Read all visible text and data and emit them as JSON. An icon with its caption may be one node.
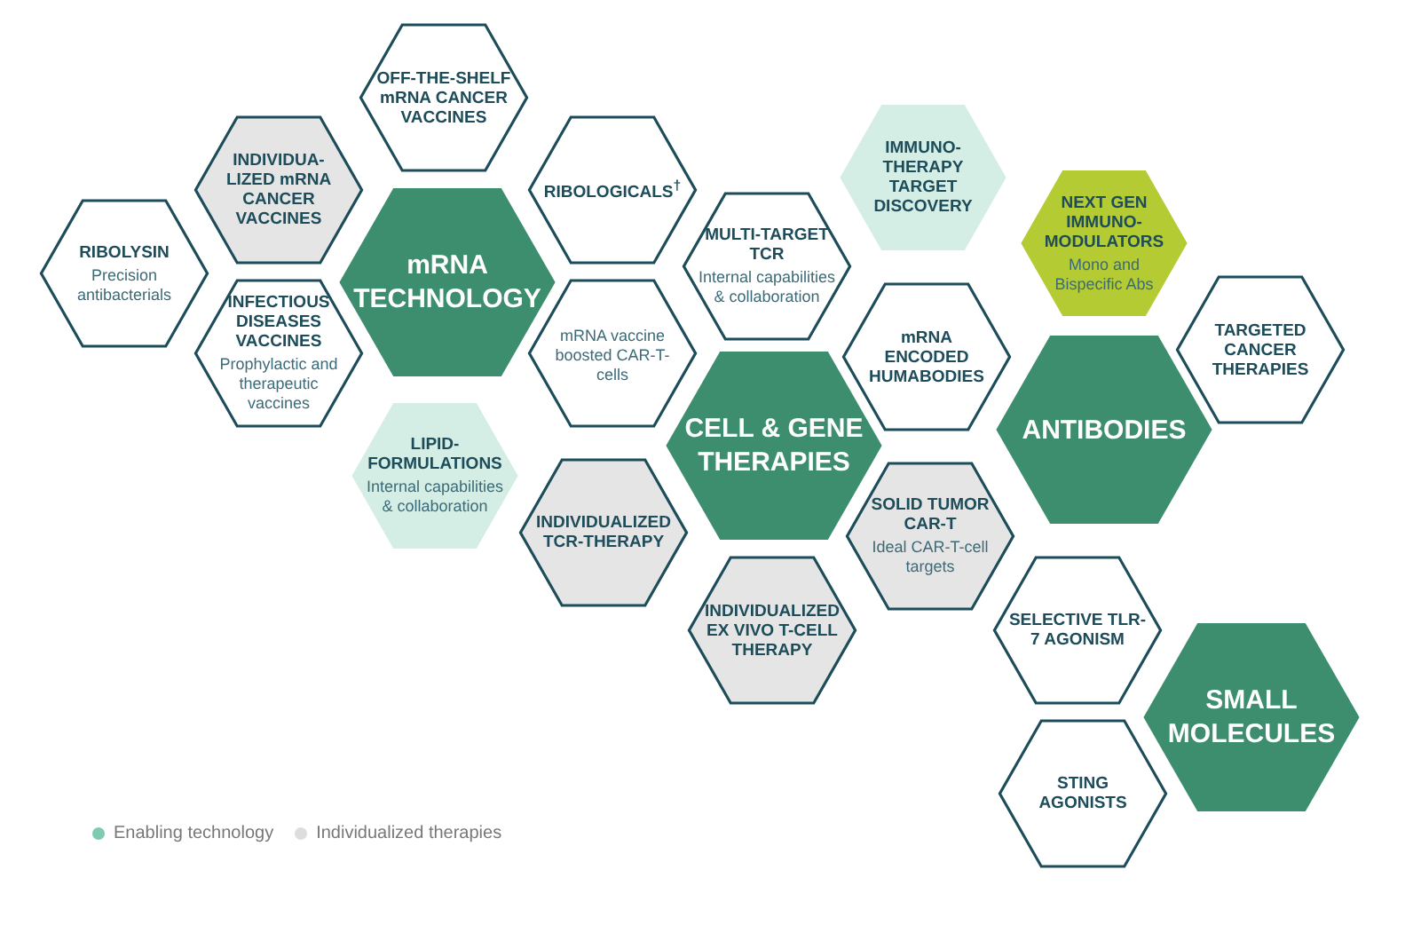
{
  "diagram": {
    "nodes": [
      {
        "text": [
          "RIBOLYSIN",
          "Precision antibacterials"
        ]
      },
      {
        "text": [
          "INDIVIDUA-LIZED mRNA CANCER VACCINES"
        ]
      },
      {
        "text": [
          "OFF-THE-SHELF mRNA CANCER VACCINES"
        ]
      },
      {
        "text": [
          "mRNA TECHNOLOGY"
        ]
      },
      {
        "text": [
          "RIBOLOGICALS$^{†}$"
        ]
      },
      {
        "text": [
          "INFECTIOUS DISEASES VACCINES",
          "Prophylactic and therapeutic vaccines"
        ]
      },
      {
        "text": [
          "mRNA vaccine boosted CAR-T-cells"
        ]
      },
      {
        "text": [
          "LIPID-FORMULATIONS",
          "Internal capabilities & collaboration"
        ]
      },
      {
        "text": [
          "MULTI-TARGET TCR",
          "Internal capabilities & collaboration"
        ]
      },
      {
        "text": [
          "IMMUNO-THERAPY TARGET DISCOVERY"
        ]
      },
      {
        "text": [
          "NEXT GEN IMMUNO-MODULATORS",
          "Mono and Bispecific Abs"
        ]
      },
      {
        "text": [
          "CELL & GENE THERAPIES"
        ]
      },
      {
        "text": [
          "mRNA ENCODED HUMABODIES"
        ]
      },
      {
        "text": [
          "ANTIBODIES"
        ]
      },
      {
        "text": [
          "TARGETED CANCER THERAPIES"
        ]
      },
      {
        "text": [
          "INDIVIDUALIZED TCR-THERAPY"
        ]
      },
      {
        "text": [
          "SOLID TUMOR CAR-T",
          "Ideal CAR-T-cell targets"
        ]
      },
      {
        "text": [
          "INDIVIDUALIZED EX VIVO T-CELL THERAPY"
        ]
      },
      {
        "text": [
          "SELECTIVE TLR-7 AGONISM"
        ]
      },
      {
        "text": [
          "SMALL MOLECULES"
        ]
      },
      {
        "text": [
          "STING AGONISTS"
        ]
      }
    ],
    "legend": [
      {
        "text": "Enabling technology",
        "color": "#7fcbb2"
      },
      {
        "text": "Individualized therapies",
        "color": "#dddddd"
      }
    ]
  }
}
